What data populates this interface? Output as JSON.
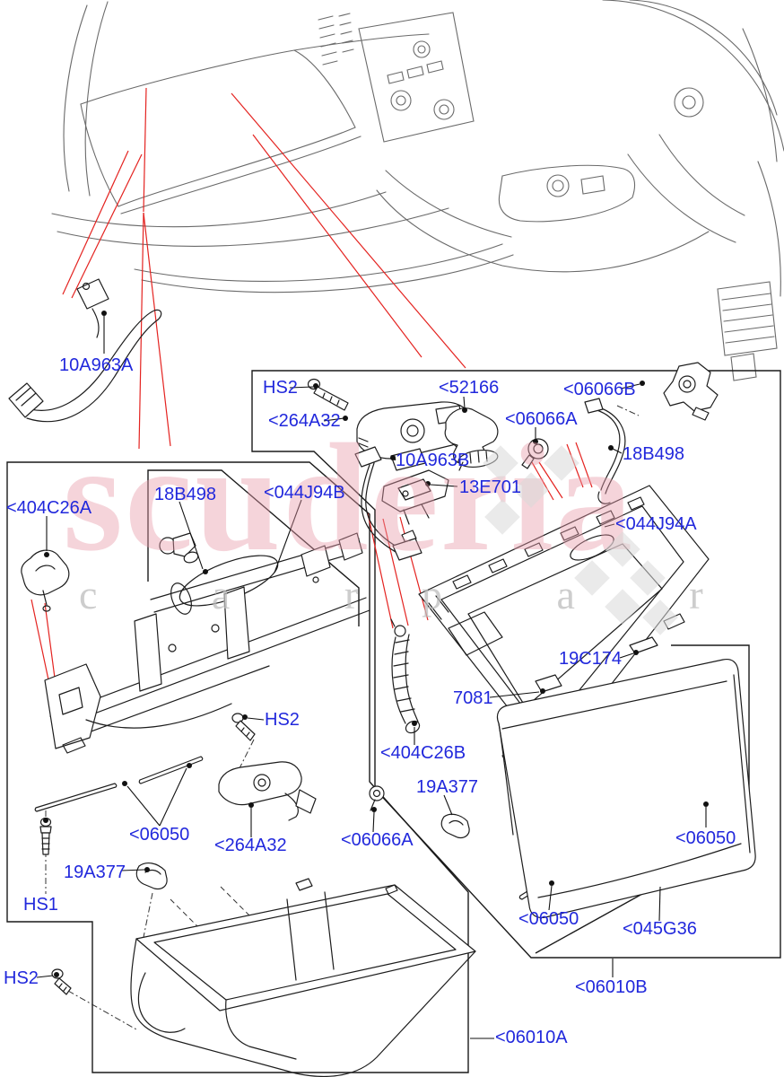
{
  "diagram": {
    "type": "exploded-parts-diagram",
    "subject": "Glove box / instrument panel compartment parts",
    "colors": {
      "part_label": "#2128dc",
      "leader_line_red": "#e42320",
      "line_art": "#1d1d1d",
      "dashboard_art": "#6a6a6a",
      "watermark_pink": "#e89aa9",
      "watermark_gray": "#bdbdbd",
      "background": "#ffffff"
    },
    "watermark": {
      "brand": "scuderia",
      "tagline_line1": "c a r",
      "tagline_line2": "p a r t s"
    },
    "labels": {
      "p10a963a": "10A963A",
      "hs2_top": "HS2",
      "p264a32_top": "<264A32",
      "p52166": "<52166",
      "p06066b": "<06066B",
      "p06066a_top": "<06066A",
      "p18b498_right": "18B498",
      "p10a963b": "10A963B",
      "p13e701": "13E701",
      "p044j94b": "<044J94B",
      "p404c26a": "<404C26A",
      "p18b498_left": "18B498",
      "p044j94a": "<044J94A",
      "p19c174": "19C174",
      "p7081": "7081",
      "p404c26b": "<404C26B",
      "hs2_mid": "HS2",
      "p19a377_right": "19A377",
      "p06050_left": "<06050",
      "p264a32_bottom": "<264A32",
      "p06066a_bottom": "<06066A",
      "p19a377_left": "19A377",
      "hs1": "HS1",
      "hs2_bottom": "HS2",
      "p06050_right": "<06050",
      "p06050_mid": "<06050",
      "p045g36": "<045G36",
      "p06010b": "<06010B",
      "p06010a": "<06010A"
    }
  }
}
